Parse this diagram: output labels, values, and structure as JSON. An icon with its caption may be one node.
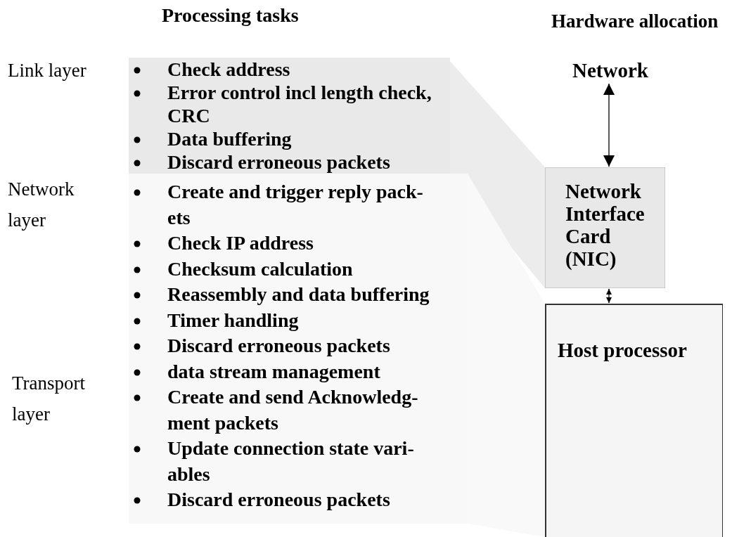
{
  "diagram": {
    "nodes": [
      {
        "text": [
          "Check address",
          "Error control incl length check, CRC",
          "Data buffering",
          "Discard erroneous packets"
        ]
      },
      {
        "text": [
          "Create and trigger reply pack- ets",
          "Check IP address",
          "Checksum calculation",
          "Reassembly and data buffering",
          "Timer handling",
          "Discard erroneous packets",
          "data stream management",
          "Create and send Acknowledg- ment packets",
          "Update connection state vari- ables",
          "Discard erroneous packets"
        ]
      },
      {
        "text": [
          "Network"
        ]
      },
      {
        "text": [
          "Network Interface Card (NIC)"
        ]
      },
      {
        "text": [
          "Host processor"
        ]
      },
      {
        "text": [],
        "shape": "trapezoid"
      },
      {
        "text": [],
        "shape": "trapezoid"
      }
    ],
    "edges": [
      {
        "from": 2,
        "to": 3,
        "arrow": "both"
      },
      {
        "from": 3,
        "to": 4,
        "arrow": "both"
      }
    ],
    "labels": [
      "Processing tasks",
      "Hardware allocation",
      "Link layer",
      "Network layer",
      "Transport layer"
    ]
  }
}
